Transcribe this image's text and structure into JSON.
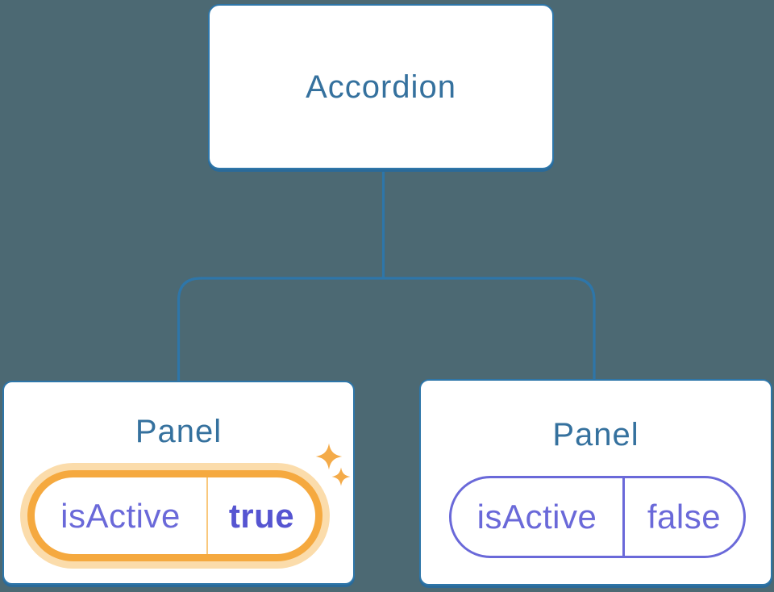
{
  "diagram": {
    "root": {
      "label": "Accordion"
    },
    "panels": [
      {
        "label": "Panel",
        "prop_name": "isActive",
        "prop_value": "true",
        "state": "active",
        "highlighted": true
      },
      {
        "label": "Panel",
        "prop_name": "isActive",
        "prop_value": "false",
        "state": "inactive",
        "highlighted": false
      }
    ]
  },
  "icons": {
    "sparkles": "sparkles-icon"
  },
  "colors": {
    "background": "#4c6973",
    "connector": "#2e76a9",
    "card_border": "#2e76a9",
    "card_shadow": "#2a6a99",
    "card_bg": "#ffffff",
    "title_text": "#35719e",
    "prop_text": "#6a69d9",
    "prop_value_active_text": "#5655d1",
    "active_border": "#f5a93f",
    "active_glow": "#fbdcab",
    "active_divider": "#f9c87d",
    "sparkle": "#f4ab49"
  }
}
